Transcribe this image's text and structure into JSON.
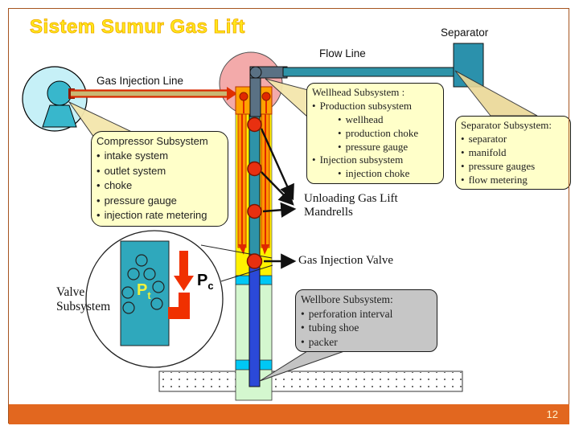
{
  "slide": {
    "title": "Sistem Sumur Gas Lift",
    "page_number": "12",
    "colors": {
      "accent_bar": "#E2671F",
      "title_yellow": "#FFE81A",
      "callout_yellow": "#FFFFC9",
      "wellbore_box_gray": "#C6C6C6",
      "pipe_teal": "#2E93A8",
      "annulus_yellow": "#FFF200",
      "wellhead_orange": "#FFA200",
      "valve_red": "#E83010",
      "highlight_pink": "#F2A3A3",
      "compressor_cyan": "#C6F0F7",
      "tubing_blue": "#2B49D8",
      "casing_green": "#D4F7CF",
      "packer_cyan": "#00C8F5"
    }
  },
  "labels": {
    "separator": "Separator",
    "flow_line": "Flow Line",
    "gas_injection_line": "Gas Injection Line",
    "unloading_mandrells": "Unloading Gas Lift Mandrells",
    "gas_injection_valve": "Gas Injection Valve",
    "valve_subsystem": "Valve Subsystem",
    "pt": {
      "main": "P",
      "sub": "t"
    },
    "pc": {
      "main": "P",
      "sub": "c"
    }
  },
  "boxes": {
    "wellhead": {
      "title": "Wellhead Subsystem :",
      "items": [
        {
          "text": "Production subsystem",
          "level": 1
        },
        {
          "text": "wellhead",
          "level": 2
        },
        {
          "text": "production choke",
          "level": 2
        },
        {
          "text": "pressure gauge",
          "level": 2
        },
        {
          "text": "Injection subsystem",
          "level": 1
        },
        {
          "text": "injection choke",
          "level": 2
        }
      ]
    },
    "separator": {
      "title": "Separator Subsystem:",
      "items": [
        {
          "text": "separator",
          "level": 1
        },
        {
          "text": "manifold",
          "level": 1
        },
        {
          "text": "pressure gauges",
          "level": 1
        },
        {
          "text": "flow metering",
          "level": 1
        }
      ]
    },
    "compressor": {
      "title": "Compressor Subsystem",
      "items": [
        {
          "text": "intake system",
          "level": 1
        },
        {
          "text": "outlet system",
          "level": 1
        },
        {
          "text": "choke",
          "level": 1
        },
        {
          "text": "pressure gauge",
          "level": 1
        },
        {
          "text": "injection rate metering",
          "level": 1
        }
      ]
    },
    "wellbore": {
      "title": "Wellbore Subsystem:",
      "items": [
        {
          "text": "perforation interval",
          "level": 1
        },
        {
          "text": "tubing shoe",
          "level": 1
        },
        {
          "text": "packer",
          "level": 1
        }
      ]
    }
  }
}
